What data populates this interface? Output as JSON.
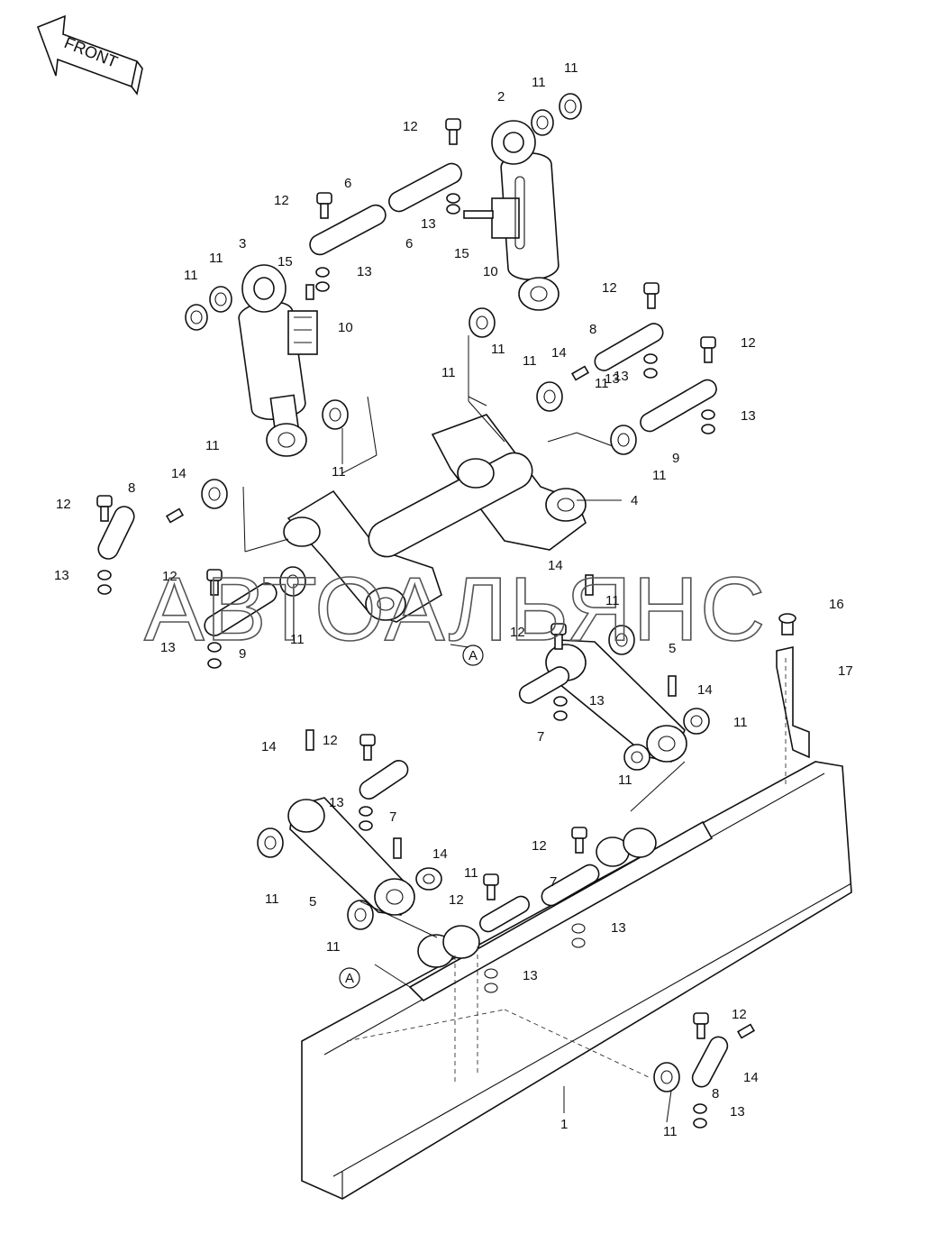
{
  "direction": {
    "label": "FRONT"
  },
  "watermark": {
    "text": "АВТОАЛЬЯНС"
  },
  "reference_mark": "A",
  "callouts": [
    {
      "id": "c1",
      "text": "1"
    },
    {
      "id": "c2",
      "text": "2"
    },
    {
      "id": "c3",
      "text": "3"
    },
    {
      "id": "c4",
      "text": "4"
    },
    {
      "id": "c5a",
      "text": "5"
    },
    {
      "id": "c5b",
      "text": "5"
    },
    {
      "id": "c6a",
      "text": "6"
    },
    {
      "id": "c6b",
      "text": "6"
    },
    {
      "id": "c7a",
      "text": "7"
    },
    {
      "id": "c7b",
      "text": "7"
    },
    {
      "id": "c7c",
      "text": "7"
    },
    {
      "id": "c8a",
      "text": "8"
    },
    {
      "id": "c8b",
      "text": "8"
    },
    {
      "id": "c8c",
      "text": "8"
    },
    {
      "id": "c9a",
      "text": "9"
    },
    {
      "id": "c9b",
      "text": "9"
    },
    {
      "id": "c10a",
      "text": "10"
    },
    {
      "id": "c10b",
      "text": "10"
    },
    {
      "id": "c11a",
      "text": "11"
    },
    {
      "id": "c11b",
      "text": "11"
    },
    {
      "id": "c11c",
      "text": "11"
    },
    {
      "id": "c11d",
      "text": "11"
    },
    {
      "id": "c11e",
      "text": "11"
    },
    {
      "id": "c11f",
      "text": "11"
    },
    {
      "id": "c11g",
      "text": "11"
    },
    {
      "id": "c11h",
      "text": "11"
    },
    {
      "id": "c11i",
      "text": "11"
    },
    {
      "id": "c11j",
      "text": "11"
    },
    {
      "id": "c11k",
      "text": "11"
    },
    {
      "id": "c11l",
      "text": "11"
    },
    {
      "id": "c11m",
      "text": "11"
    },
    {
      "id": "c11n",
      "text": "11"
    },
    {
      "id": "c11o",
      "text": "11"
    },
    {
      "id": "c11p",
      "text": "11"
    },
    {
      "id": "c11q",
      "text": "11"
    },
    {
      "id": "c11r",
      "text": "11"
    },
    {
      "id": "c11s",
      "text": "11"
    },
    {
      "id": "c12a",
      "text": "12"
    },
    {
      "id": "c12b",
      "text": "12"
    },
    {
      "id": "c12c",
      "text": "12"
    },
    {
      "id": "c12d",
      "text": "12"
    },
    {
      "id": "c12e",
      "text": "12"
    },
    {
      "id": "c12f",
      "text": "12"
    },
    {
      "id": "c12g",
      "text": "12"
    },
    {
      "id": "c12h",
      "text": "12"
    },
    {
      "id": "c12i",
      "text": "12"
    },
    {
      "id": "c12j",
      "text": "12"
    },
    {
      "id": "c12k",
      "text": "12"
    },
    {
      "id": "c13a",
      "text": "13"
    },
    {
      "id": "c13b",
      "text": "13"
    },
    {
      "id": "c13c",
      "text": "13"
    },
    {
      "id": "c13d",
      "text": "13"
    },
    {
      "id": "c13e",
      "text": "13"
    },
    {
      "id": "c13f",
      "text": "13"
    },
    {
      "id": "c13g",
      "text": "13"
    },
    {
      "id": "c13h",
      "text": "13"
    },
    {
      "id": "c13i",
      "text": "13"
    },
    {
      "id": "c13j",
      "text": "13"
    },
    {
      "id": "c13k",
      "text": "13"
    },
    {
      "id": "c13l",
      "text": "13"
    },
    {
      "id": "c14a",
      "text": "14"
    },
    {
      "id": "c14b",
      "text": "14"
    },
    {
      "id": "c14c",
      "text": "14"
    },
    {
      "id": "c14d",
      "text": "14"
    },
    {
      "id": "c14e",
      "text": "14"
    },
    {
      "id": "c14f",
      "text": "14"
    },
    {
      "id": "c14g",
      "text": "14"
    },
    {
      "id": "c15a",
      "text": "15"
    },
    {
      "id": "c15b",
      "text": "15"
    },
    {
      "id": "c16",
      "text": "16"
    },
    {
      "id": "c17",
      "text": "17"
    }
  ]
}
